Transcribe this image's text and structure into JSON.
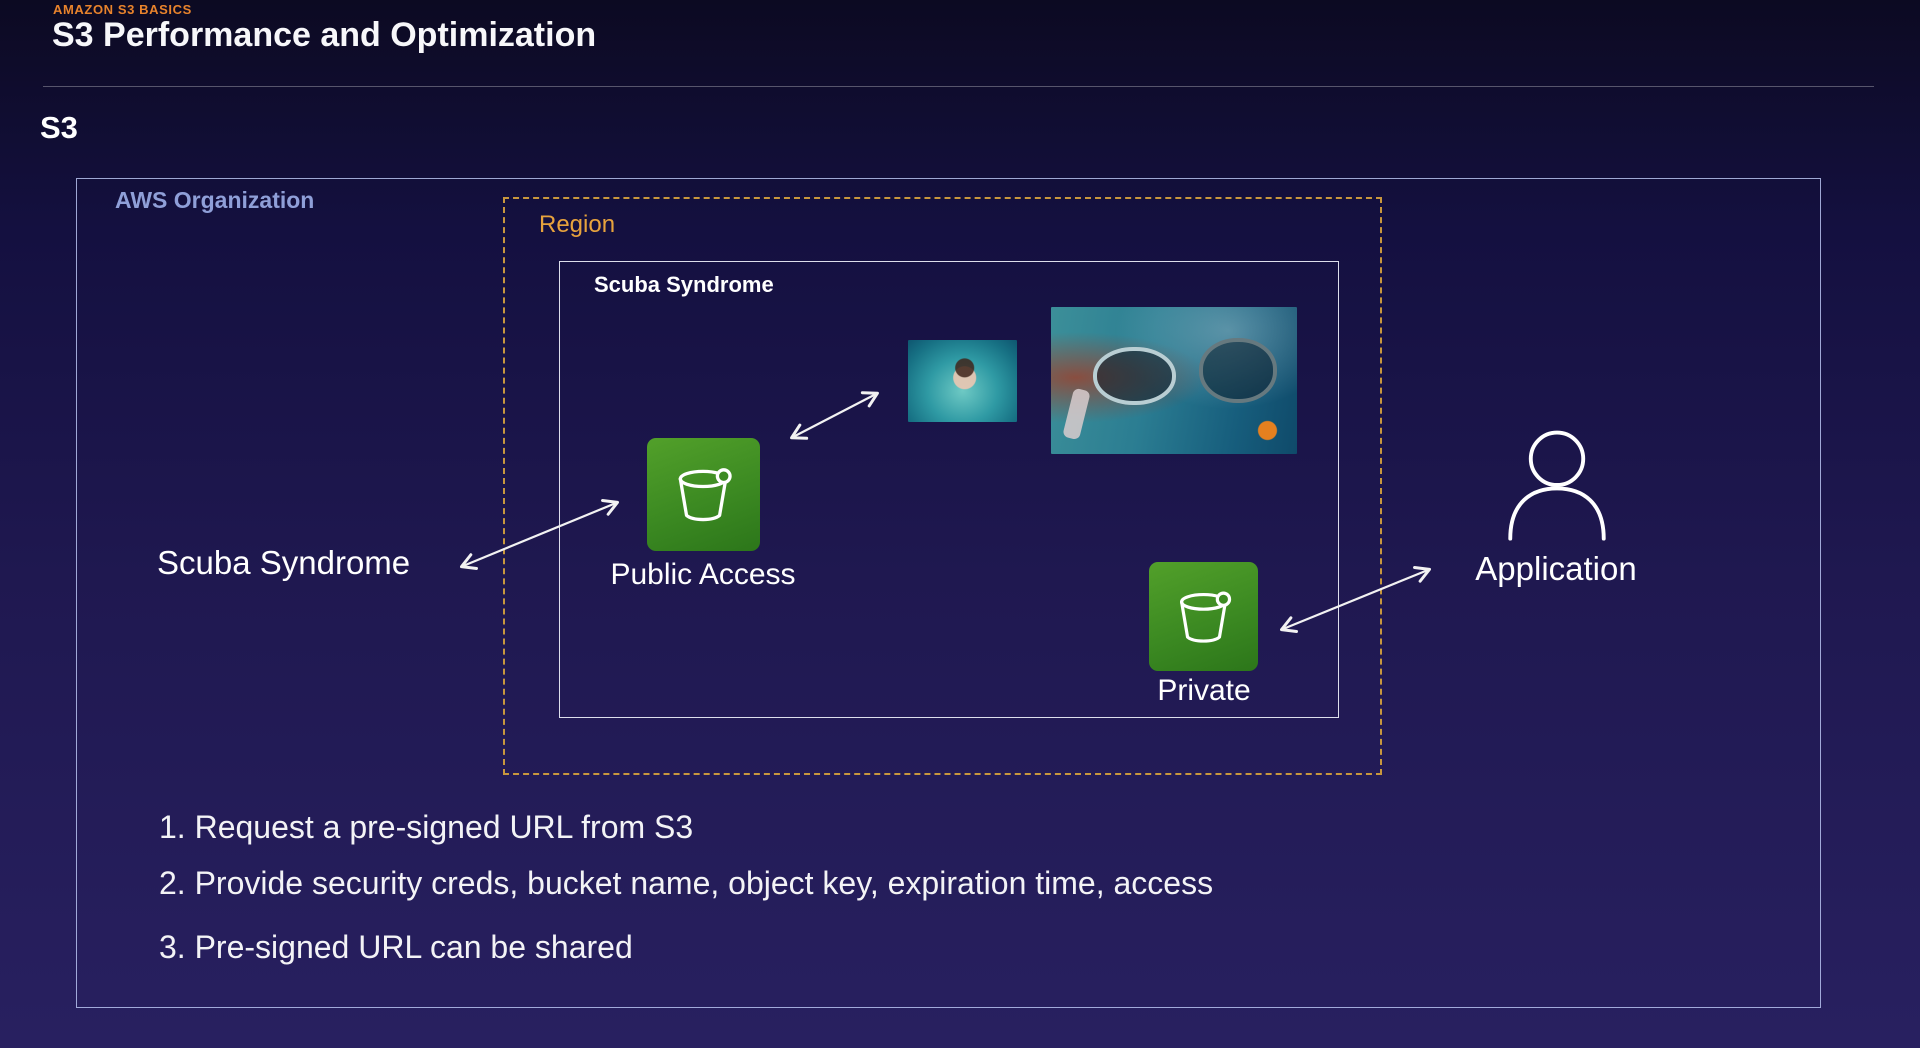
{
  "header": {
    "eyebrow": "AMAZON S3 BASICS",
    "title": "S3 Performance and Optimization"
  },
  "section": {
    "title": "S3"
  },
  "diagram": {
    "org_label": "AWS Organization",
    "region_label": "Region",
    "account_label": "Scuba Syndrome",
    "public_bucket_label": "Public Access",
    "private_bucket_label": "Private",
    "external_account_label": "Scuba Syndrome",
    "application_label": "Application"
  },
  "steps": [
    "1. Request a pre-signed URL from S3",
    "2. Provide security creds, bucket name, object key, expiration time, access",
    "3. Pre-signed URL can be shared"
  ],
  "icons": {
    "public_bucket": "s3-bucket-icon",
    "private_bucket": "s3-bucket-icon",
    "application": "user-icon",
    "arrows": "double-headed-arrow"
  },
  "colors": {
    "accent_orange": "#e8832c",
    "region_orange": "#e7a33d",
    "org_label_blue": "#8f9fd8",
    "bucket_green": "#3c8a22",
    "arrow_white": "#f2f2f2",
    "background_top": "#0c0a22",
    "background_bottom": "#282060"
  }
}
